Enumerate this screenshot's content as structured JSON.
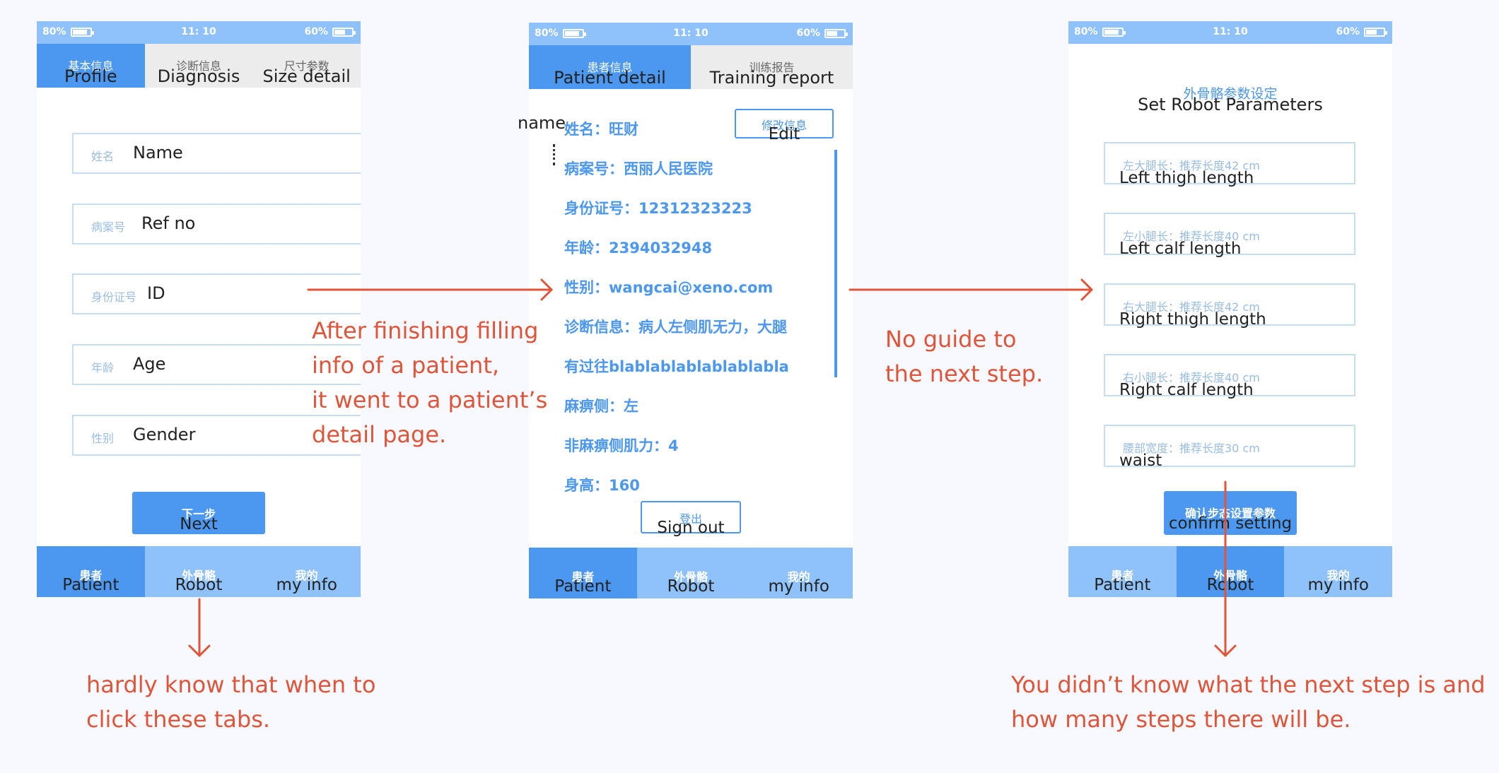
{
  "status_bar": {
    "battery_left": "80%",
    "time": "11: 10",
    "battery_right": "60%",
    "battery_left_level": 0.8,
    "battery_right_level": 0.6
  },
  "screen1": {
    "tabs": [
      {
        "cn": "基本信息",
        "en": "Profile"
      },
      {
        "cn": "诊断信息",
        "en": "Diagnosis"
      },
      {
        "cn": "尺寸参数",
        "en": "Size detail"
      }
    ],
    "fields": [
      {
        "cn": "姓名",
        "en": "Name"
      },
      {
        "cn": "病案号",
        "en": "Ref no"
      },
      {
        "cn": "身份证号",
        "en": "ID"
      },
      {
        "cn": "年龄",
        "en": "Age"
      },
      {
        "cn": "性别",
        "en": "Gender"
      }
    ],
    "next_button": {
      "cn": "下一步",
      "en": "Next"
    }
  },
  "screen2": {
    "tabs": [
      {
        "cn": "患者信息",
        "en": "Patient detail"
      },
      {
        "cn": "训练报告",
        "en": "Training report"
      }
    ],
    "name_label": "name",
    "edit_button": {
      "cn": "修改信息",
      "en": "Edit"
    },
    "rows": [
      "姓名：旺财",
      "病案号：西丽人民医院",
      "身份证号：12312323223",
      "年龄：2394032948",
      "性别：wangcai@xeno.com",
      "诊断信息：病人左侧肌无力，大腿",
      "有过往blablablablablablabla",
      "麻痹侧：左",
      "非麻痹侧肌力：4",
      "身高：160"
    ],
    "signout_button": {
      "cn": "登出",
      "en": "Sign out"
    }
  },
  "screen3": {
    "title_cn": "外骨骼参数设定",
    "title_en": "Set Robot Parameters",
    "params": [
      {
        "cn": "左大腿长：推荐长度42 cm",
        "en": "Left thigh length"
      },
      {
        "cn": "左小腿长：推荐长度40 cm",
        "en": "Left calf length"
      },
      {
        "cn": "右大腿长：推荐长度42 cm",
        "en": "Right thigh length"
      },
      {
        "cn": "右小腿长：推荐长度40 cm",
        "en": "Right calf length"
      },
      {
        "cn": "腰部宽度：推荐长度30 cm",
        "en": "waist"
      }
    ],
    "confirm_button": {
      "cn": "确认步态设置参数",
      "en": "confirm setting"
    }
  },
  "bottom_nav": [
    {
      "cn": "患者",
      "en": "Patient"
    },
    {
      "cn": "外骨骼",
      "en": "Robot"
    },
    {
      "cn": "我的",
      "en": "my info"
    }
  ],
  "annotations": {
    "note1": [
      "After finishing filling",
      "info of a patient,",
      "it went to a patient’s",
      "detail page."
    ],
    "note2": [
      "No guide to",
      "the next step."
    ],
    "note3": [
      "hardly know that when to",
      "click these tabs."
    ],
    "note4": [
      "You didn’t know what the next step is and",
      "how many steps there will be."
    ]
  },
  "colors": {
    "accent": "#4c97ef",
    "accent_light": "#8fc1fa",
    "annotation": "#e0553a",
    "field_border": "#c7ddf3"
  }
}
